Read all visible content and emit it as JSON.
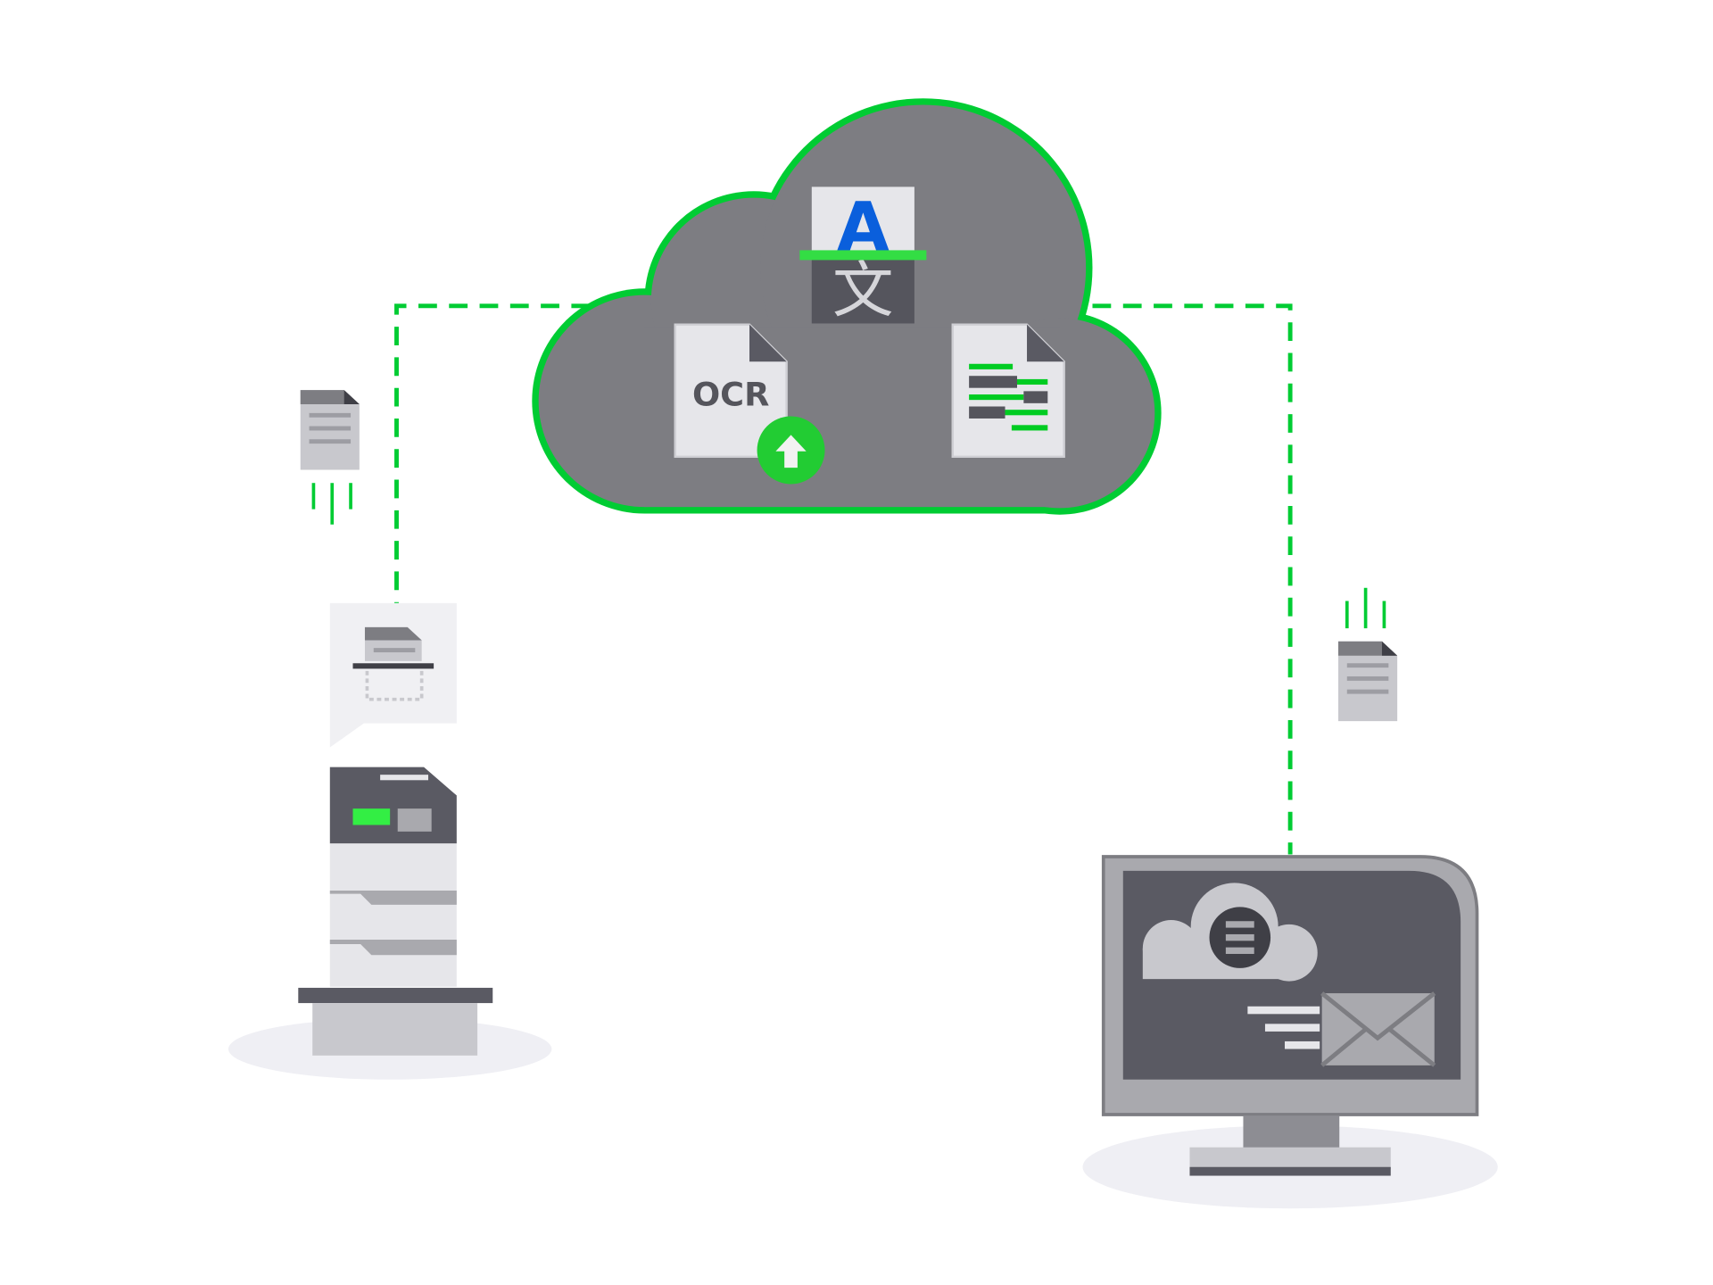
{
  "cloud": {
    "translate_icon": {
      "source_letter": "A",
      "target_glyph": "文"
    },
    "ocr_document": {
      "label": "OCR",
      "badge_icon": "upload-arrow-icon"
    },
    "text_document_icon": "formatted-text-document-icon"
  },
  "devices": {
    "left": "multifunction-printer-icon",
    "right": "desktop-monitor-icon"
  },
  "colors": {
    "accent_green": "#00cc33",
    "cloud_gray": "#7d7d82",
    "dark_gray": "#5a5a63",
    "light_gray": "#e6e6ea",
    "blue": "#0a5fdc"
  }
}
